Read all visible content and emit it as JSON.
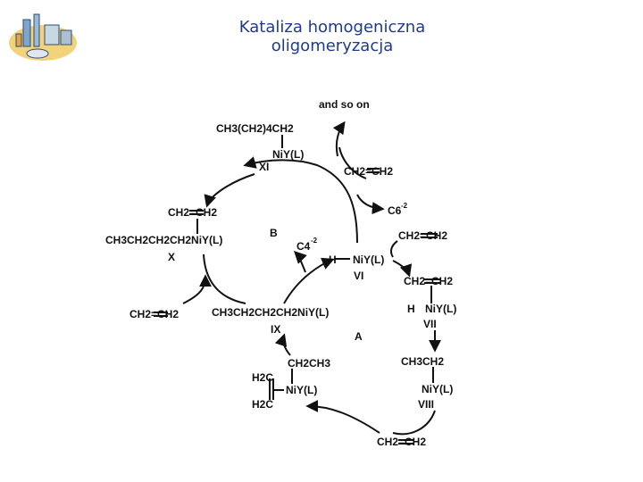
{
  "header": {
    "title_line1": "Kataliza homogeniczna",
    "title_line2": "oligomeryzacja",
    "logo_icon": "chemical-plant-icon"
  },
  "colors": {
    "title": "#1f3b8f",
    "ink": "#111111"
  },
  "diagram": {
    "cycle_labels": {
      "a": "A",
      "b": "B"
    },
    "top": {
      "reagent": "CH2=CH2",
      "continuation": "and so on",
      "byproduct_c6": "C6",
      "c6_charge": "-2"
    },
    "mid": {
      "byproduct_c4": "C4",
      "c4_charge": "-2"
    },
    "bottom": {
      "reagent": "CH2=CH2"
    },
    "left": {
      "reagent": "CH2=CH2"
    },
    "species_vi": {
      "id": "VI",
      "h": "H",
      "metal": "NiY(L)",
      "reagent": "CH2=CH2"
    },
    "species_vii": {
      "id": "VII",
      "top": "CH2=CH2",
      "h": "H",
      "metal": "NiY(L)"
    },
    "species_viii": {
      "id": "VIII",
      "top": "CH3CH2",
      "metal": "NiY(L)"
    },
    "species_ix": {
      "id": "IX",
      "text": "CH3CH2CH2CH2NiY(L)"
    },
    "species_ix_complex": {
      "top": "CH2CH3",
      "upper": "H2C",
      "lower": "H2C",
      "metal": "NiY(L)"
    },
    "species_x": {
      "id": "X",
      "top": "CH2=CH2",
      "text": "CH3CH2CH2CH2NiY(L)"
    },
    "species_xi": {
      "id": "XI",
      "top": "CH3(CH2)4CH2",
      "metal": "NiY(L)"
    }
  }
}
